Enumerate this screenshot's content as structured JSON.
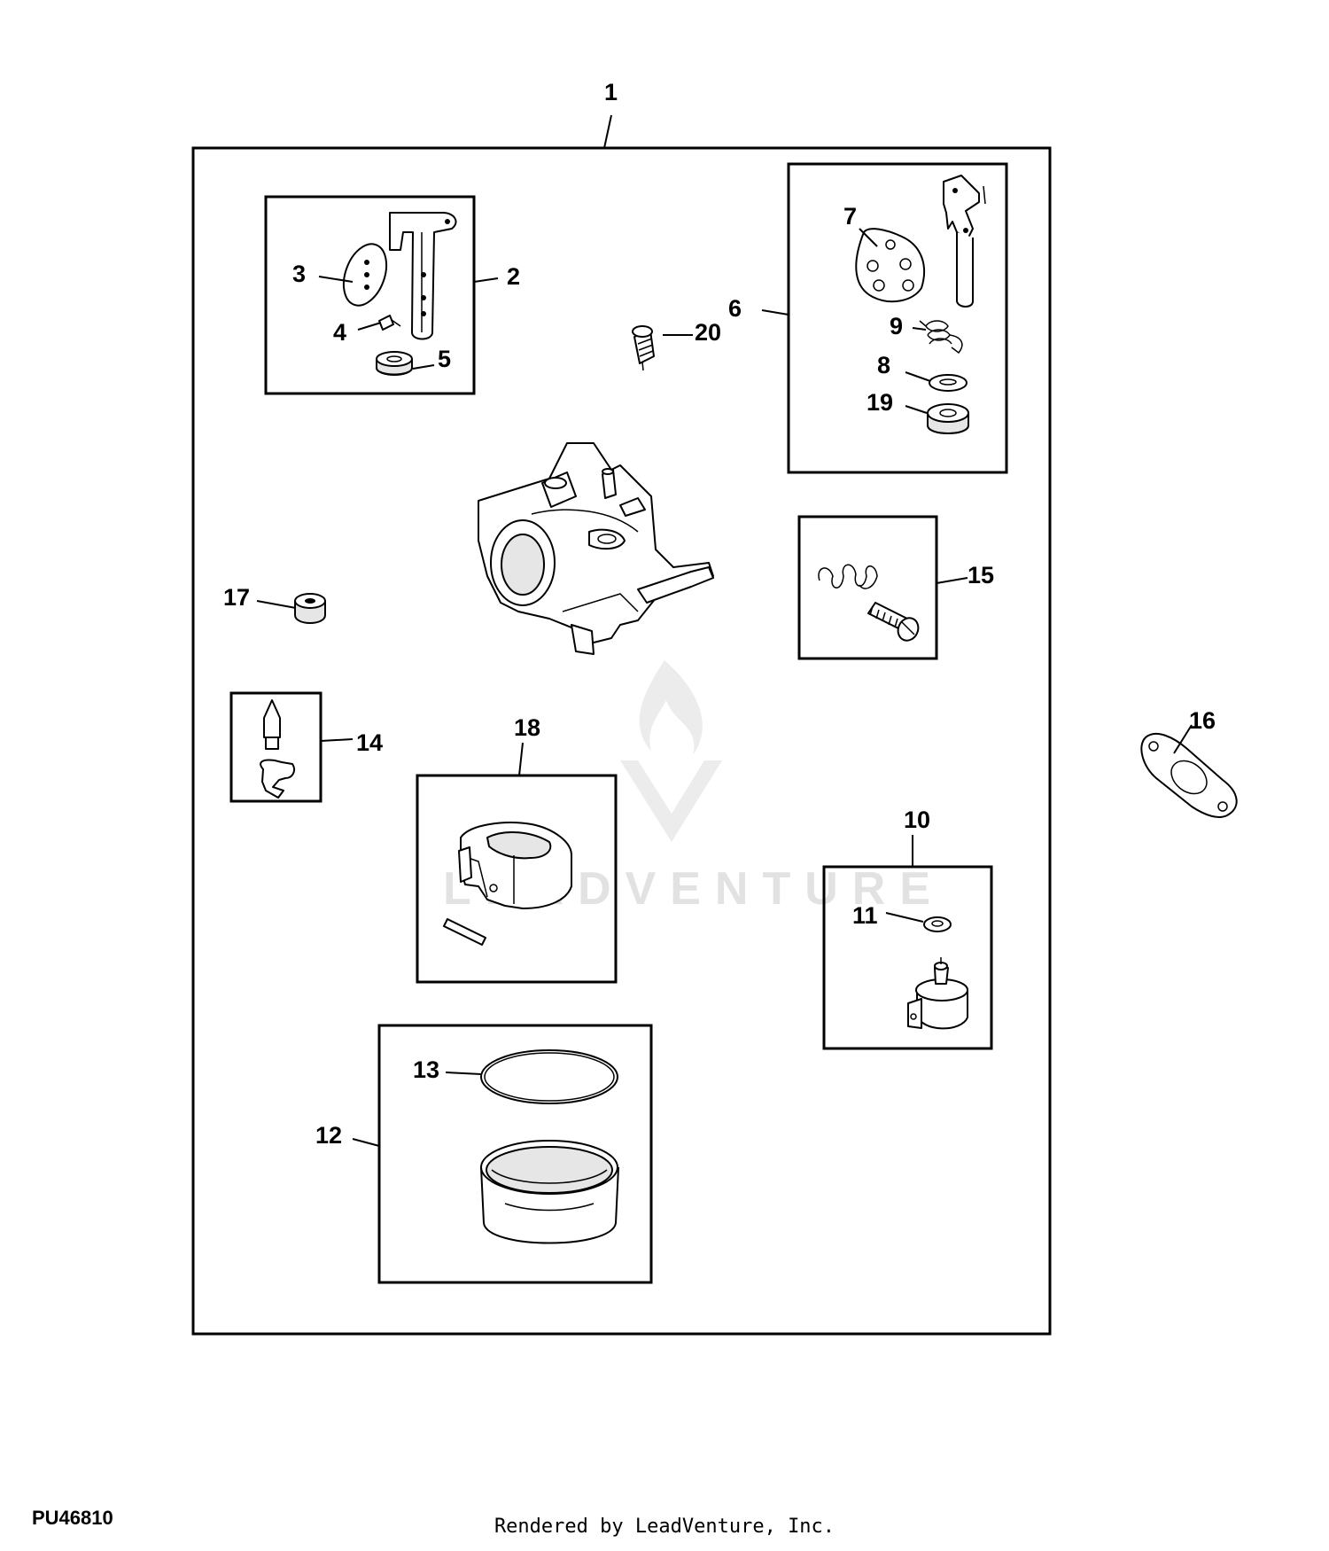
{
  "figure_id": "PU46810",
  "credit": "Rendered by LeadVenture, Inc.",
  "watermark": "LEADVENTURE",
  "callouts": {
    "c1": "1",
    "c2": "2",
    "c3": "3",
    "c4": "4",
    "c5": "5",
    "c6": "6",
    "c7": "7",
    "c8": "8",
    "c9": "9",
    "c10": "10",
    "c11": "11",
    "c12": "12",
    "c13": "13",
    "c14": "14",
    "c15": "15",
    "c16": "16",
    "c17": "17",
    "c18": "18",
    "c19": "19",
    "c20": "20"
  }
}
